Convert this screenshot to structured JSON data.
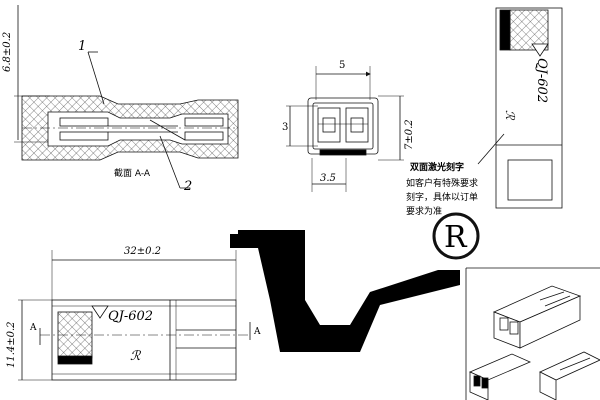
{
  "section_view": {
    "label": "截面  A-A",
    "callout_1": "1",
    "callout_2": "2",
    "dim_height": "6.8±0.2"
  },
  "end_view": {
    "dim_width": "5",
    "dim_slot": "3",
    "dim_height": "7±0.2",
    "dim_pitch": "3.5"
  },
  "top_view": {
    "dim_length": "32±0.2",
    "dim_height": "11.4±0.2",
    "model": "QJ-602",
    "section_marker": "A"
  },
  "side_view": {
    "model": "QJ-602",
    "laser_note_title": "双面激光刻字",
    "laser_note_lines": [
      "如客户有特殊要求",
      "刻字，具体以订单",
      "要求为准"
    ]
  },
  "registered_mark": "R",
  "colors": {
    "line": "#111111",
    "fill_black": "#000000",
    "hatch": "#333333"
  }
}
